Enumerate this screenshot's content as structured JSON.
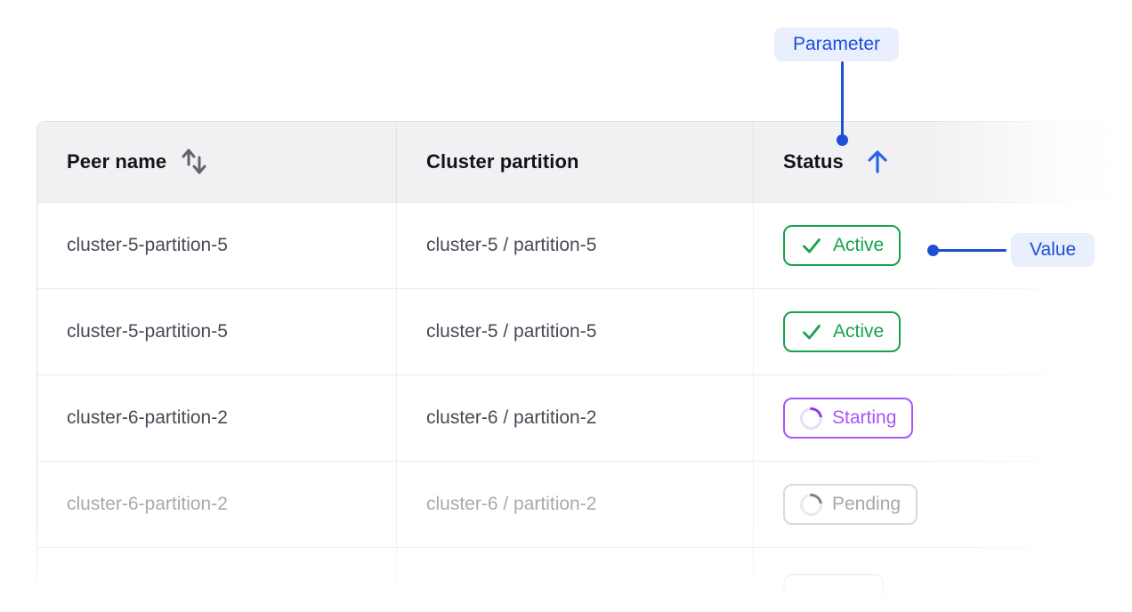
{
  "table": {
    "columns": [
      {
        "label": "Peer name",
        "sort_icon": "sort-up-down-icon",
        "sort_state": "sortable"
      },
      {
        "label": "Cluster partition",
        "sort_icon": "",
        "sort_state": "none"
      },
      {
        "label": "Status",
        "sort_icon": "arrow-up-icon",
        "sort_state": "ascending"
      }
    ],
    "rows": [
      {
        "peer_name": "cluster-5-partition-5",
        "cluster_partition": "cluster-5 / partition-5",
        "status": "Active",
        "status_kind": "active",
        "status_icon": "check-icon",
        "faded": false
      },
      {
        "peer_name": "cluster-5-partition-5",
        "cluster_partition": "cluster-5 / partition-5",
        "status": "Active",
        "status_kind": "active",
        "status_icon": "check-icon",
        "faded": false
      },
      {
        "peer_name": "cluster-6-partition-2",
        "cluster_partition": "cluster-6 / partition-2",
        "status": "Starting",
        "status_kind": "starting",
        "status_icon": "spinner-icon",
        "faded": false
      },
      {
        "peer_name": "cluster-6-partition-2",
        "cluster_partition": "cluster-6 / partition-2",
        "status": "Pending",
        "status_kind": "pending",
        "status_icon": "spinner-icon",
        "faded": true
      },
      {
        "peer_name": "",
        "cluster_partition": "",
        "status": "",
        "status_kind": "ghost",
        "status_icon": "",
        "faded": true
      }
    ]
  },
  "annotations": {
    "parameter_label": "Parameter",
    "value_label": "Value"
  },
  "colors": {
    "annotation_blue": "#1d4ed8",
    "annotation_pill_bg": "#e9effc",
    "sort_arrow_blue": "#2b63e8",
    "status_active_green": "#16a34a",
    "status_starting_purple": "#a855f7",
    "status_pending_gray": "#a4a7ad",
    "header_bg": "#f1f1f3"
  }
}
